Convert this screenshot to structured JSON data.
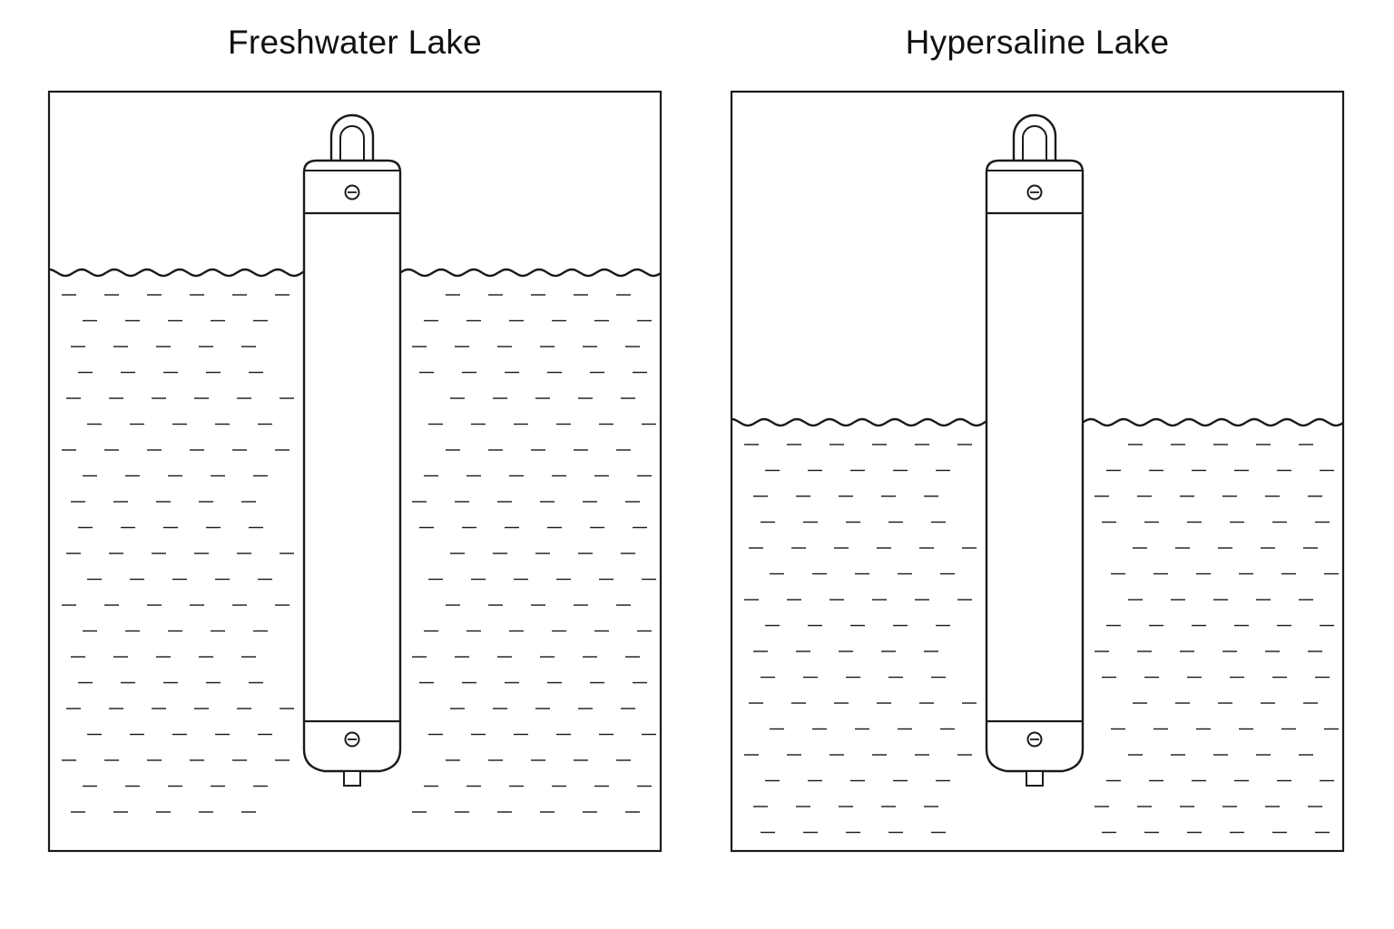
{
  "panels": [
    {
      "title": "Freshwater Lake",
      "icon": "float-cylinder-icon",
      "water_level_label": "higher water line"
    },
    {
      "title": "Hypersaline Lake",
      "icon": "float-cylinder-icon",
      "water_level_label": "lower water line"
    }
  ],
  "colors": {
    "stroke": "#1a1a1a",
    "background": "#ffffff"
  }
}
